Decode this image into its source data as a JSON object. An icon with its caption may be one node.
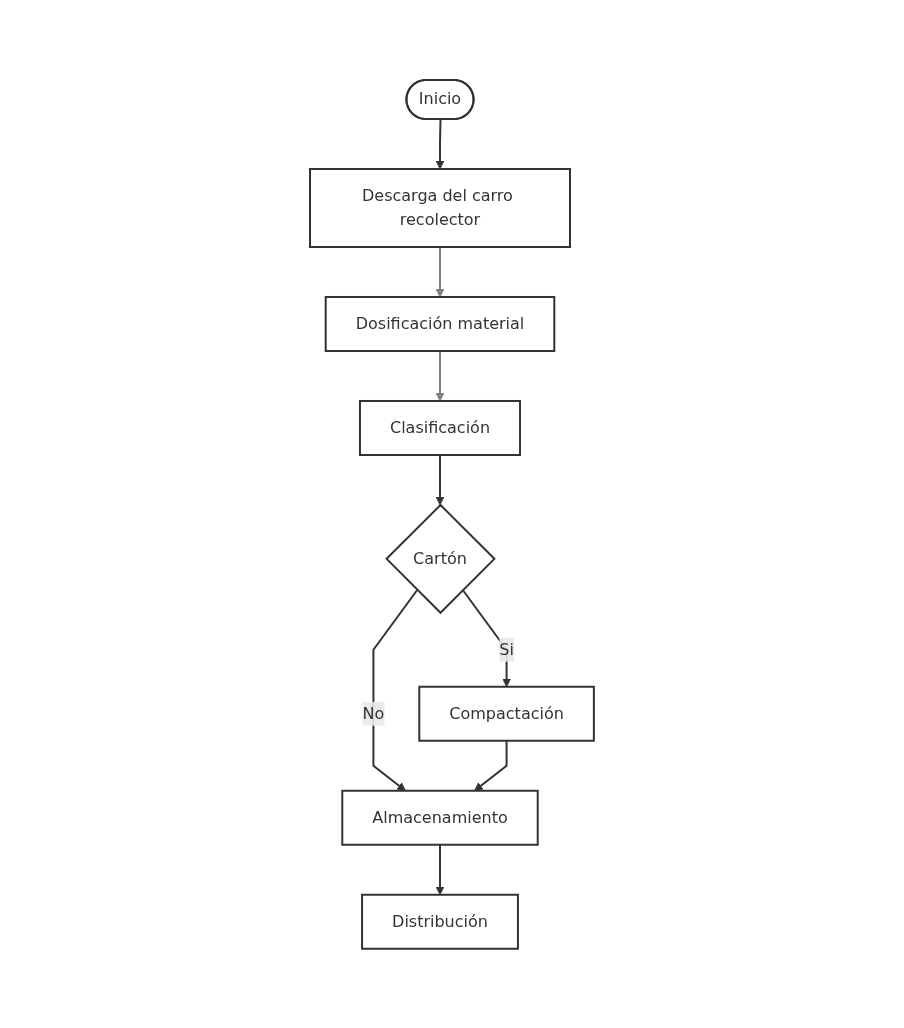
{
  "diagram": {
    "nodes": [
      {
        "text": [
          "Inicio"
        ]
      },
      {
        "text": [
          "Descarga del carro recolector"
        ]
      },
      {
        "text": [
          "Dosificación material"
        ]
      },
      {
        "text": [
          "Clasificación"
        ]
      },
      {
        "text": [
          "Cartón"
        ]
      },
      {
        "text": [
          "Compactación"
        ]
      },
      {
        "text": [
          "Almacenamiento"
        ]
      },
      {
        "text": [
          "Distribución"
        ]
      }
    ],
    "edges": [
      {
        "from": 0,
        "to": 1,
        "arrow": "to"
      },
      {
        "from": 1,
        "to": 2,
        "arrow": "to",
        "color": "#808080"
      },
      {
        "from": 2,
        "to": 3,
        "arrow": "to",
        "color": "#808080"
      },
      {
        "from": 3,
        "to": 4,
        "arrow": "to"
      },
      {
        "from": 4,
        "to": 5,
        "arrow": "to",
        "label": "Si"
      },
      {
        "from": 4,
        "to": 6,
        "arrow": "to",
        "label": "No"
      },
      {
        "from": 5,
        "to": 6,
        "arrow": "to"
      },
      {
        "from": 6,
        "to": 7,
        "arrow": "to"
      }
    ]
  }
}
